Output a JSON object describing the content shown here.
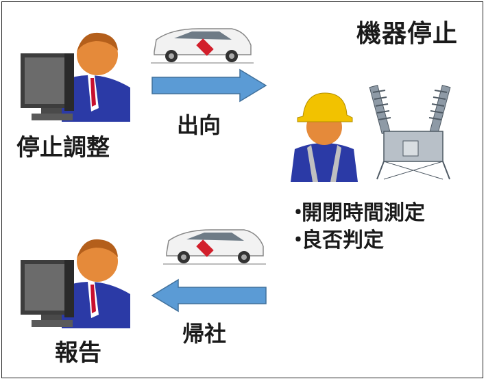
{
  "title": "機器停止",
  "steps": {
    "stop_adjust": "停止調整",
    "dispatch": "出向",
    "return": "帰社",
    "report": "報告"
  },
  "tasks": [
    "開閉時間測定",
    "良否判定"
  ],
  "bullet_char": "・",
  "colors": {
    "arrow": "#5b9bd5",
    "helmet": "#f2c200",
    "suit": "#2b3aa6",
    "skin": "#e58a3a",
    "insulator": "#8e9aa6",
    "car_logo": "#d21f2b"
  },
  "icons": [
    "operator-at-computer-icon",
    "service-car-icon",
    "field-worker-icon",
    "transformer-icon",
    "arrow-right-icon",
    "arrow-left-icon"
  ]
}
